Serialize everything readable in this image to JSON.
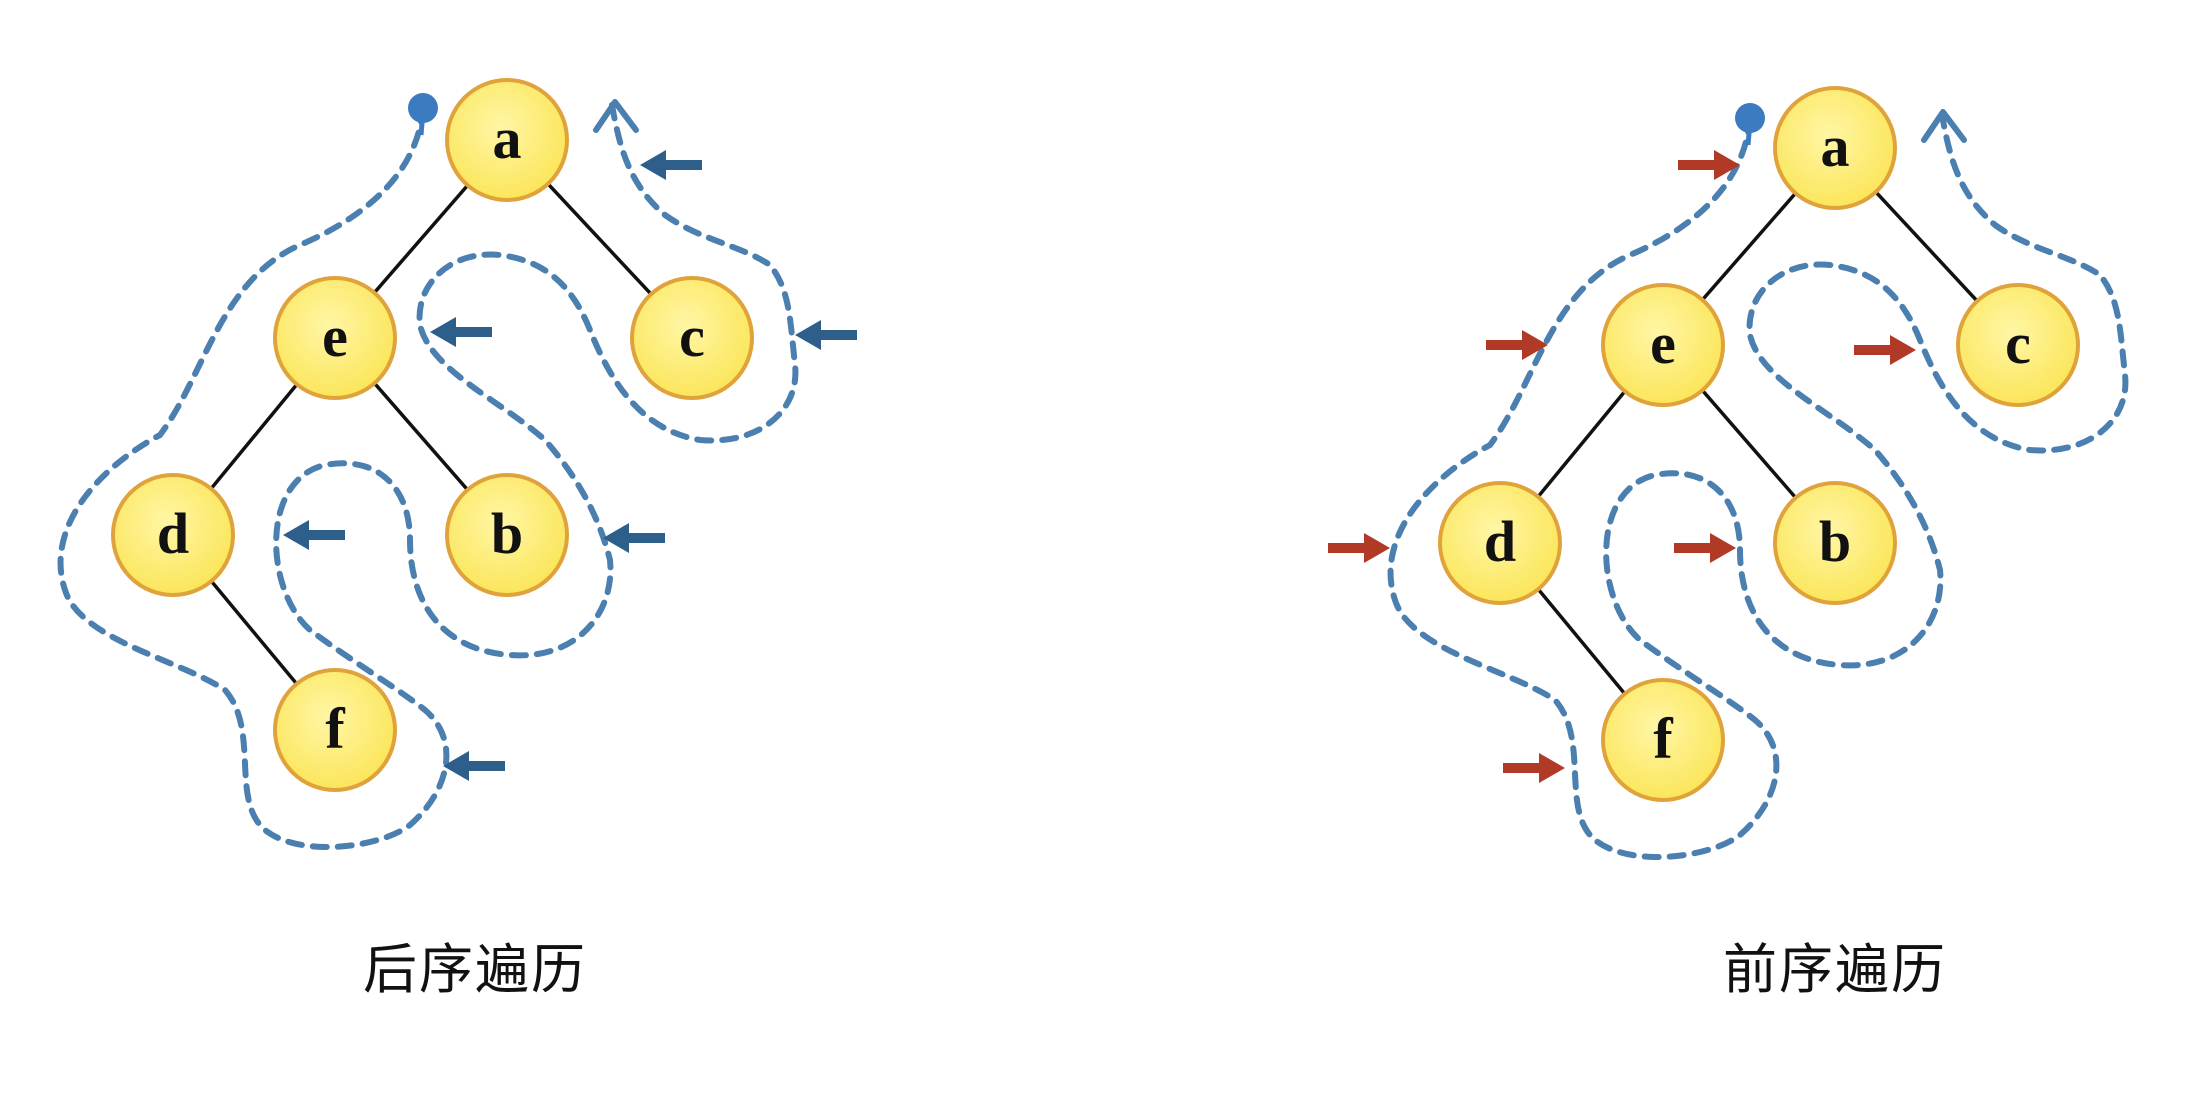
{
  "diagrams": [
    {
      "caption": "后序遍历",
      "nodes": [
        {
          "id": "a",
          "label": "a"
        },
        {
          "id": "e",
          "label": "e"
        },
        {
          "id": "c",
          "label": "c"
        },
        {
          "id": "d",
          "label": "d"
        },
        {
          "id": "b",
          "label": "b"
        },
        {
          "id": "f",
          "label": "f"
        }
      ],
      "edges": [
        [
          "a",
          "e"
        ],
        [
          "a",
          "c"
        ],
        [
          "e",
          "d"
        ],
        [
          "e",
          "b"
        ],
        [
          "d",
          "f"
        ]
      ],
      "arrow_color": "#2e5f8a"
    },
    {
      "caption": "前序遍历",
      "nodes": [
        {
          "id": "a",
          "label": "a"
        },
        {
          "id": "e",
          "label": "e"
        },
        {
          "id": "c",
          "label": "c"
        },
        {
          "id": "d",
          "label": "d"
        },
        {
          "id": "b",
          "label": "b"
        },
        {
          "id": "f",
          "label": "f"
        }
      ],
      "edges": [
        [
          "a",
          "e"
        ],
        [
          "a",
          "c"
        ],
        [
          "e",
          "d"
        ],
        [
          "e",
          "b"
        ],
        [
          "d",
          "f"
        ]
      ],
      "arrow_color": "#b03a26"
    }
  ],
  "colors": {
    "node_fill": "#fbee74",
    "node_stroke": "#e0a23a",
    "edge": "#111111",
    "path": "#4a7fb0",
    "path_start": "#3d7bc0"
  }
}
